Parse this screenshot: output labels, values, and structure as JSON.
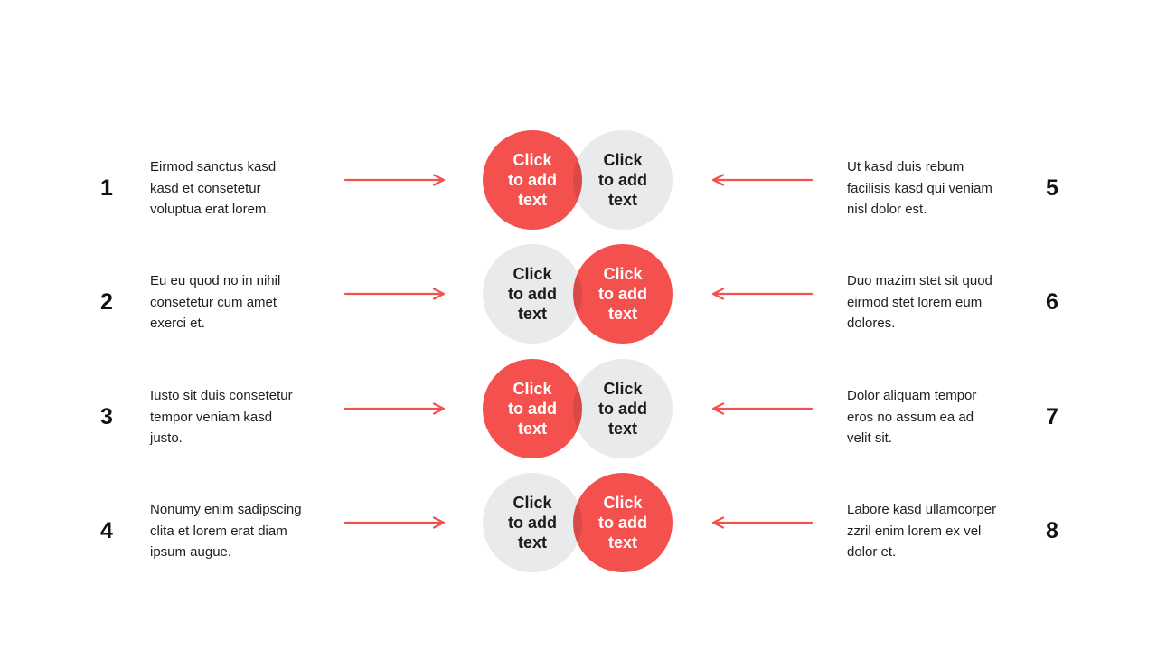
{
  "slide": {
    "colors": {
      "accent_red": "#F4504E",
      "circle_gray": "#E9EAEC",
      "body_text": "#1F1F1F",
      "arrow": "#F4504E"
    },
    "circle_label": "Click\nto add\ntext",
    "left_items": [
      {
        "number": "1",
        "text": "Eirmod sanctus kasd\nkasd et consetetur\nvoluptua erat lorem."
      },
      {
        "number": "2",
        "text": "Eu eu quod no in nihil\nconsetetur cum amet\nexerci et."
      },
      {
        "number": "3",
        "text": "Iusto sit duis consetetur\ntempor veniam kasd\njusto."
      },
      {
        "number": "4",
        "text": "Nonumy enim sadipscing\nclita et lorem erat diam\nipsum augue."
      }
    ],
    "right_items": [
      {
        "number": "5",
        "text": "Ut kasd duis rebum\nfacilisis kasd qui veniam\nnisl dolor est."
      },
      {
        "number": "6",
        "text": "Duo mazim stet sit quod\neirmod stet lorem eum\ndolores."
      },
      {
        "number": "7",
        "text": "Dolor aliquam tempor\neros no assum ea ad\nvelit sit."
      },
      {
        "number": "8",
        "text": "Labore kasd ullamcorper\nzzril enim lorem ex vel\ndolor et."
      }
    ]
  }
}
